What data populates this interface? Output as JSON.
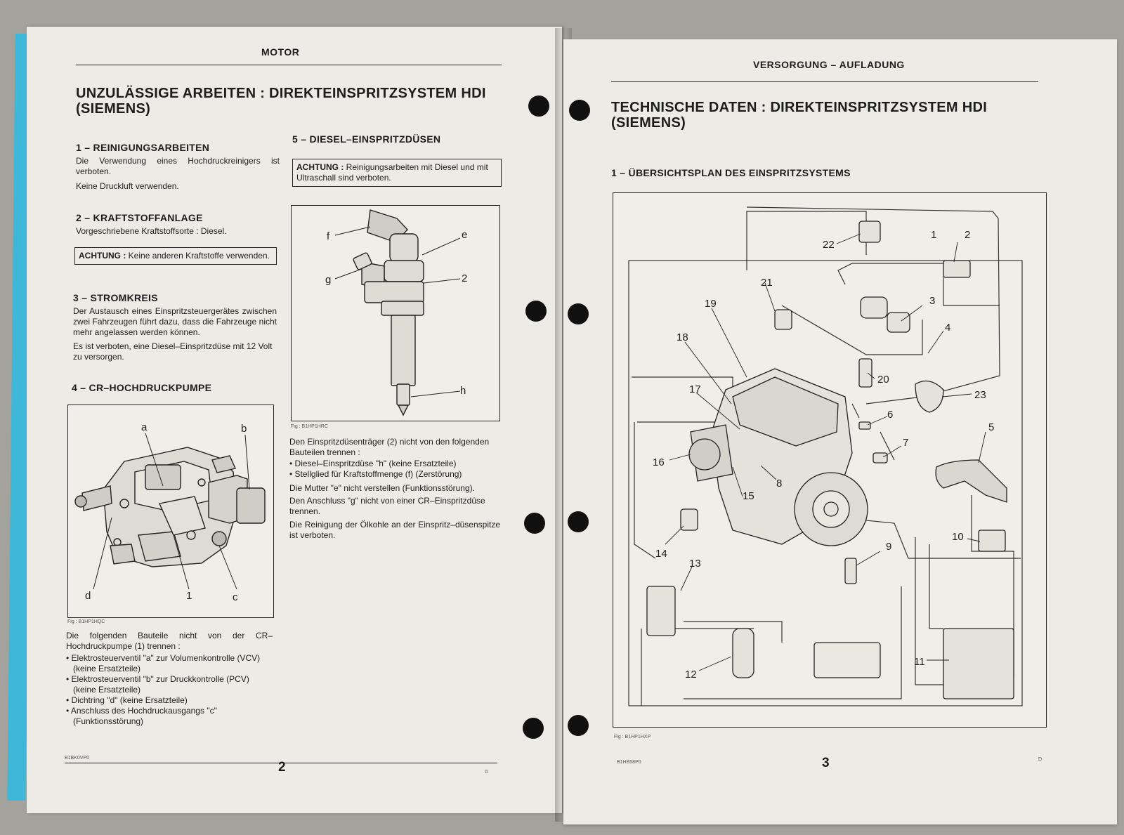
{
  "left_page": {
    "header": "MOTOR",
    "title_line1": "UNZULÄSSIGE ARBEITEN : DIREKTEINSPRITZSYSTEM HDI",
    "title_line2": "(SIEMENS)",
    "s1": {
      "heading": "1 – REINIGUNGSARBEITEN",
      "p1": "Die Verwendung eines Hochdruckreinigers ist verboten.",
      "p2": "Keine Druckluft verwenden."
    },
    "s2": {
      "heading": "2 – KRAFTSTOFFANLAGE",
      "p1": "Vorgeschriebene Kraftstoffsorte : Diesel.",
      "warn_label": "ACHTUNG :",
      "warn_text": "Keine anderen Kraftstoffe verwenden."
    },
    "s3": {
      "heading": "3 – STROMKREIS",
      "p1": "Der Austausch eines Einspritzsteuergerätes zwischen zwei Fahrzeugen führt dazu, dass die Fahrzeuge nicht mehr angelassen werden können.",
      "p2": "Es ist verboten, eine Diesel–Einspritzdüse mit 12 Volt zu versorgen."
    },
    "s4": {
      "heading": "4 – CR–HOCHDRUCKPUMPE",
      "fig_caption": "Fig : B1HP1HQC",
      "labels": [
        "a",
        "b",
        "d",
        "1",
        "c"
      ],
      "intro": "Die folgenden Bauteile nicht von der CR–Hochdruckpumpe (1) trennen :",
      "items": [
        "Elektrosteuerventil \"a\" zur Volumenkontrolle (VCV) (keine Ersatzteile)",
        "Elektrosteuerventil \"b\" zur Druckkontrolle (PCV) (keine Ersatzteile)",
        "Dichtring \"d\" (keine Ersatzteile)",
        "Anschluss des Hochdruckausgangs \"c\" (Funktionsstörung)"
      ]
    },
    "s5": {
      "heading": "5 – DIESEL–EINSPRITZDÜSEN",
      "warn_label": "ACHTUNG :",
      "warn_text": "Reinigungsarbeiten mit Diesel und mit Ultraschall sind verboten.",
      "fig_caption": "Fig : B1HP1HRC",
      "labels": [
        "f",
        "e",
        "g",
        "2",
        "h"
      ],
      "intro": "Den Einspritzdüsenträger (2) nicht von den folgenden Bauteilen trennen :",
      "items": [
        "Diesel–Einspritzdüse \"h\" (keine Ersatzteile)",
        "Stellglied für Kraftstoffmenge (f) (Zerstörung)"
      ],
      "p_e": "Die Mutter \"e\" nicht verstellen (Funktionsstörung).",
      "p_g": "Den Anschluss \"g\" nicht von einer CR–Einspritzdüse trennen.",
      "p_clean": "Die Reinigung der Ölkohle an der Einspritz–düsenspitze ist verboten."
    },
    "footer_code": "B1BK0VP0",
    "page_number": "2",
    "footer_d": "D"
  },
  "right_page": {
    "header": "VERSORGUNG – AUFLADUNG",
    "title_line1": "TECHNISCHE DATEN : DIREKTEINSPRITZSYSTEM HDI",
    "title_line2": "(SIEMENS)",
    "section_heading": "1 – ÜBERSICHTSPLAN DES EINSPRITZSYSTEMS",
    "fig_caption": "Fig : B1HP1HXP",
    "callouts": [
      "1",
      "2",
      "3",
      "4",
      "5",
      "6",
      "7",
      "8",
      "9",
      "10",
      "11",
      "12",
      "13",
      "14",
      "15",
      "16",
      "17",
      "18",
      "19",
      "20",
      "21",
      "22",
      "23"
    ],
    "footer_code": "B1HB58P0",
    "page_number": "3",
    "footer_d": "D"
  }
}
